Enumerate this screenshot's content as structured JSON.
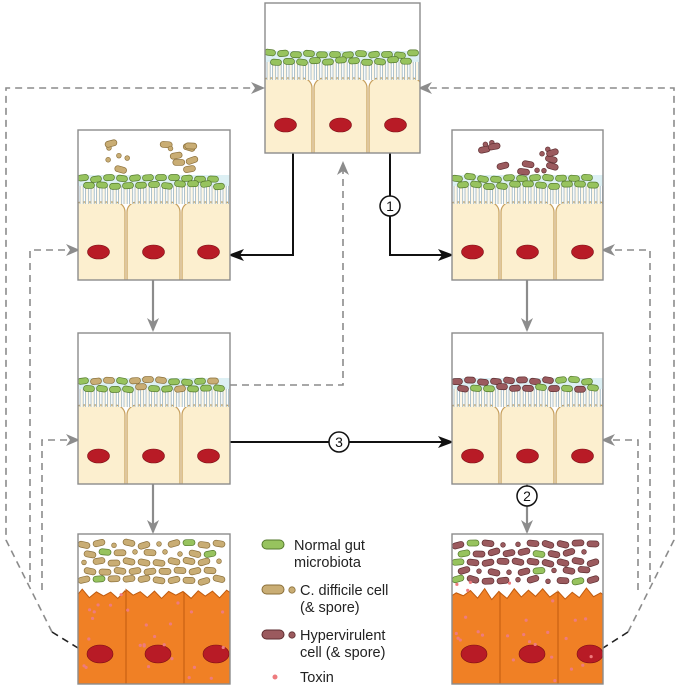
{
  "colors": {
    "cell_fill": "#FCEFCF",
    "cell_stroke": "#C7A05E",
    "nucleus": "#B81B26",
    "microvilli": "#9AB4C2",
    "mucus": "#D9EEF3",
    "normal_microbiota": "#97C35E",
    "cdifficile": "#C9AD74",
    "hypervirulent": "#9B5A5E",
    "toxin": "#EE7B7E",
    "damaged_cell": "#F08025",
    "panel_border": "#8C8C8C",
    "gray_arrow": "#8C8C8C",
    "black_arrow": "#111111"
  },
  "panels": [
    {
      "id": "healthy",
      "state": "healthy epithelium",
      "colonizer": "none"
    },
    {
      "id": "cd-spores-arrive",
      "state": "healthy epithelium",
      "colonizer": "cdifficile"
    },
    {
      "id": "hv-spores-arrive",
      "state": "healthy epithelium",
      "colonizer": "hypervirulent"
    },
    {
      "id": "cd-colonized",
      "state": "colonized epithelium",
      "colonizer": "cdifficile"
    },
    {
      "id": "hv-colonized",
      "state": "colonized epithelium",
      "colonizer": "hypervirulent"
    },
    {
      "id": "cd-disease",
      "state": "damaged epithelium",
      "colonizer": "cdifficile"
    },
    {
      "id": "hv-disease",
      "state": "damaged epithelium",
      "colonizer": "hypervirulent"
    }
  ],
  "steps": [
    "1",
    "2",
    "3"
  ],
  "legend": {
    "normal_label_1": "Normal gut",
    "normal_label_2": "microbiota",
    "cd_label_1": "C. difficile cell",
    "cd_label_2": "(& spore)",
    "hv_label_1": "Hypervirulent",
    "hv_label_2": "cell (& spore)",
    "toxin_label": "Toxin"
  }
}
